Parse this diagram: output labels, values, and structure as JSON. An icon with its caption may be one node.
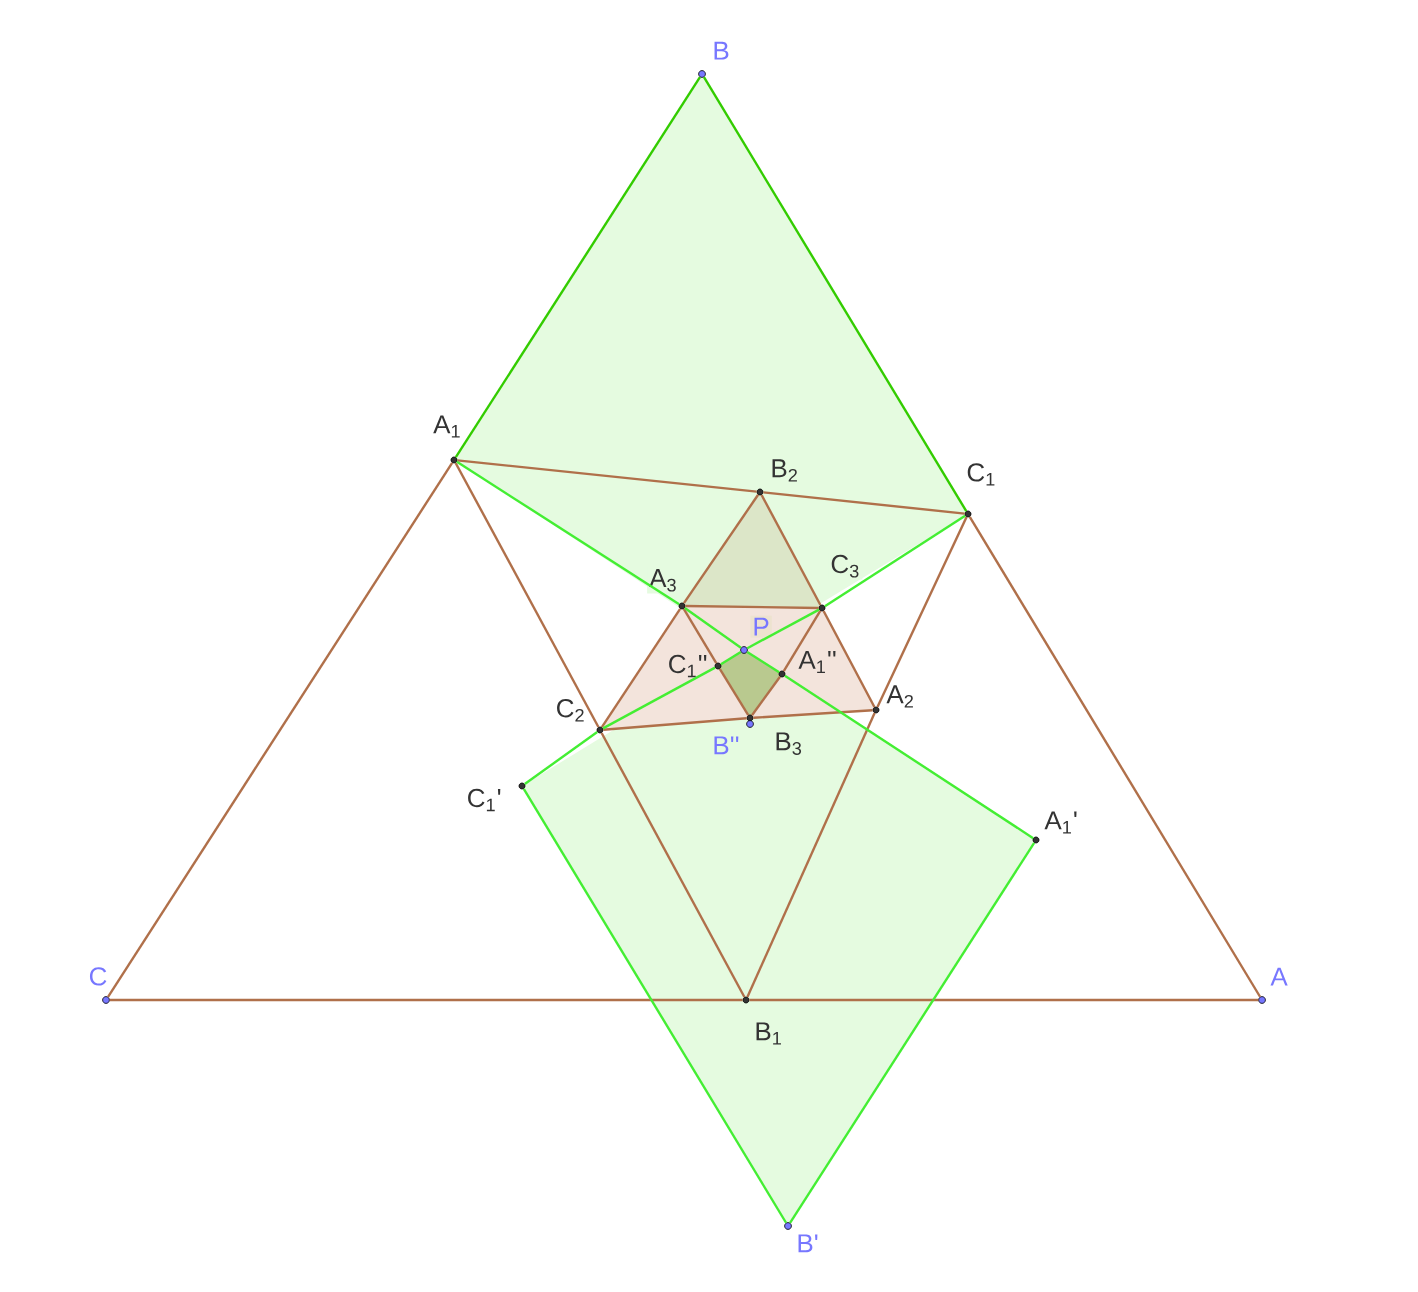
{
  "diagram": {
    "nodes": [
      {
        "text": [
          "B"
        ]
      },
      {
        "text": [
          "A$_{1}$"
        ]
      },
      {
        "text": [
          "B$_{2}$"
        ]
      },
      {
        "text": [
          "C$_{1}$"
        ]
      },
      {
        "text": [
          "A$_{3}$"
        ]
      },
      {
        "text": [
          "C$_{3}$"
        ]
      },
      {
        "text": [
          "P"
        ]
      },
      {
        "text": [
          "C$_{1}$''"
        ]
      },
      {
        "text": [
          "A$_{1}$''"
        ]
      },
      {
        "text": [
          "A$_{2}$"
        ]
      },
      {
        "text": [
          "C$_{2}$"
        ]
      },
      {
        "text": [
          "B$_{3}$"
        ]
      },
      {
        "text": [
          "B''"
        ]
      },
      {
        "text": [
          "C$_{1}$'"
        ]
      },
      {
        "text": [
          "A$_{1}$'"
        ]
      },
      {
        "text": [
          "C"
        ]
      },
      {
        "text": [
          "B$_{1}$"
        ]
      },
      {
        "text": [
          "A"
        ]
      },
      {
        "text": [
          "B'"
        ]
      }
    ],
    "edges": [
      {
        "from": 15,
        "to": 1,
        "arrow": "none"
      },
      {
        "from": 1,
        "to": 2,
        "arrow": "none"
      },
      {
        "from": 2,
        "to": 3,
        "arrow": "none"
      },
      {
        "from": 3,
        "to": 17,
        "arrow": "none"
      },
      {
        "from": 15,
        "to": 16,
        "arrow": "none"
      },
      {
        "from": 16,
        "to": 17,
        "arrow": "none"
      },
      {
        "from": 1,
        "to": 10,
        "arrow": "none"
      },
      {
        "from": 10,
        "to": 16,
        "arrow": "none"
      },
      {
        "from": 3,
        "to": 9,
        "arrow": "none"
      },
      {
        "from": 9,
        "to": 16,
        "arrow": "none"
      },
      {
        "from": 10,
        "to": 4,
        "arrow": "none"
      },
      {
        "from": 4,
        "to": 2,
        "arrow": "none"
      },
      {
        "from": 2,
        "to": 5,
        "arrow": "none"
      },
      {
        "from": 5,
        "to": 9,
        "arrow": "none"
      },
      {
        "from": 4,
        "to": 5,
        "arrow": "none"
      },
      {
        "from": 10,
        "to": 11,
        "arrow": "none"
      },
      {
        "from": 11,
        "to": 9,
        "arrow": "none"
      },
      {
        "from": 4,
        "to": 7,
        "arrow": "none"
      },
      {
        "from": 7,
        "to": 11,
        "arrow": "none"
      },
      {
        "from": 5,
        "to": 8,
        "arrow": "none"
      },
      {
        "from": 8,
        "to": 11,
        "arrow": "none"
      },
      {
        "from": 0,
        "to": 1,
        "arrow": "none",
        "color": "#33cc00"
      },
      {
        "from": 0,
        "to": 3,
        "arrow": "none",
        "color": "#33cc00"
      },
      {
        "from": 1,
        "to": 4,
        "arrow": "none",
        "color": "#44ee33"
      },
      {
        "from": 4,
        "to": 6,
        "arrow": "none",
        "color": "#44ee33"
      },
      {
        "from": 6,
        "to": 8,
        "arrow": "none",
        "color": "#44ee33"
      },
      {
        "from": 8,
        "to": 14,
        "arrow": "none",
        "color": "#44ee33"
      },
      {
        "from": 3,
        "to": 5,
        "arrow": "none",
        "color": "#44ee33"
      },
      {
        "from": 5,
        "to": 6,
        "arrow": "none",
        "color": "#44ee33"
      },
      {
        "from": 6,
        "to": 7,
        "arrow": "none",
        "color": "#44ee33"
      },
      {
        "from": 7,
        "to": 10,
        "arrow": "none",
        "color": "#44ee33"
      },
      {
        "from": 10,
        "to": 13,
        "arrow": "none",
        "color": "#44ee33"
      },
      {
        "from": 13,
        "to": 18,
        "arrow": "none",
        "color": "#44ee33"
      },
      {
        "from": 18,
        "to": 14,
        "arrow": "none",
        "color": "#44ee33"
      }
    ]
  }
}
